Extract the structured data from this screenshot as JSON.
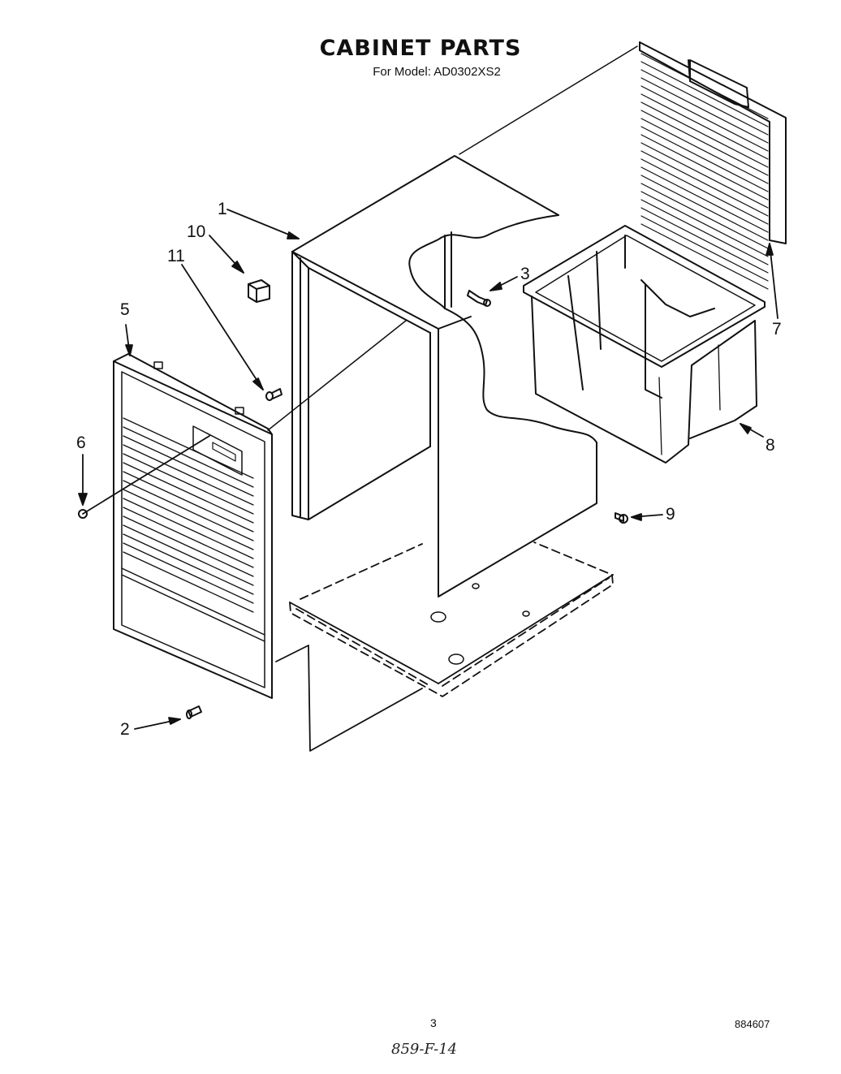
{
  "title": "CABINET PARTS",
  "subtitle": "For Model: AD0302XS2",
  "page_number": "3",
  "document_number": "884607",
  "handwritten_note": "859-F-14",
  "callouts": [
    "1",
    "2",
    "3",
    "5",
    "6",
    "7",
    "8",
    "9",
    "10",
    "11"
  ]
}
